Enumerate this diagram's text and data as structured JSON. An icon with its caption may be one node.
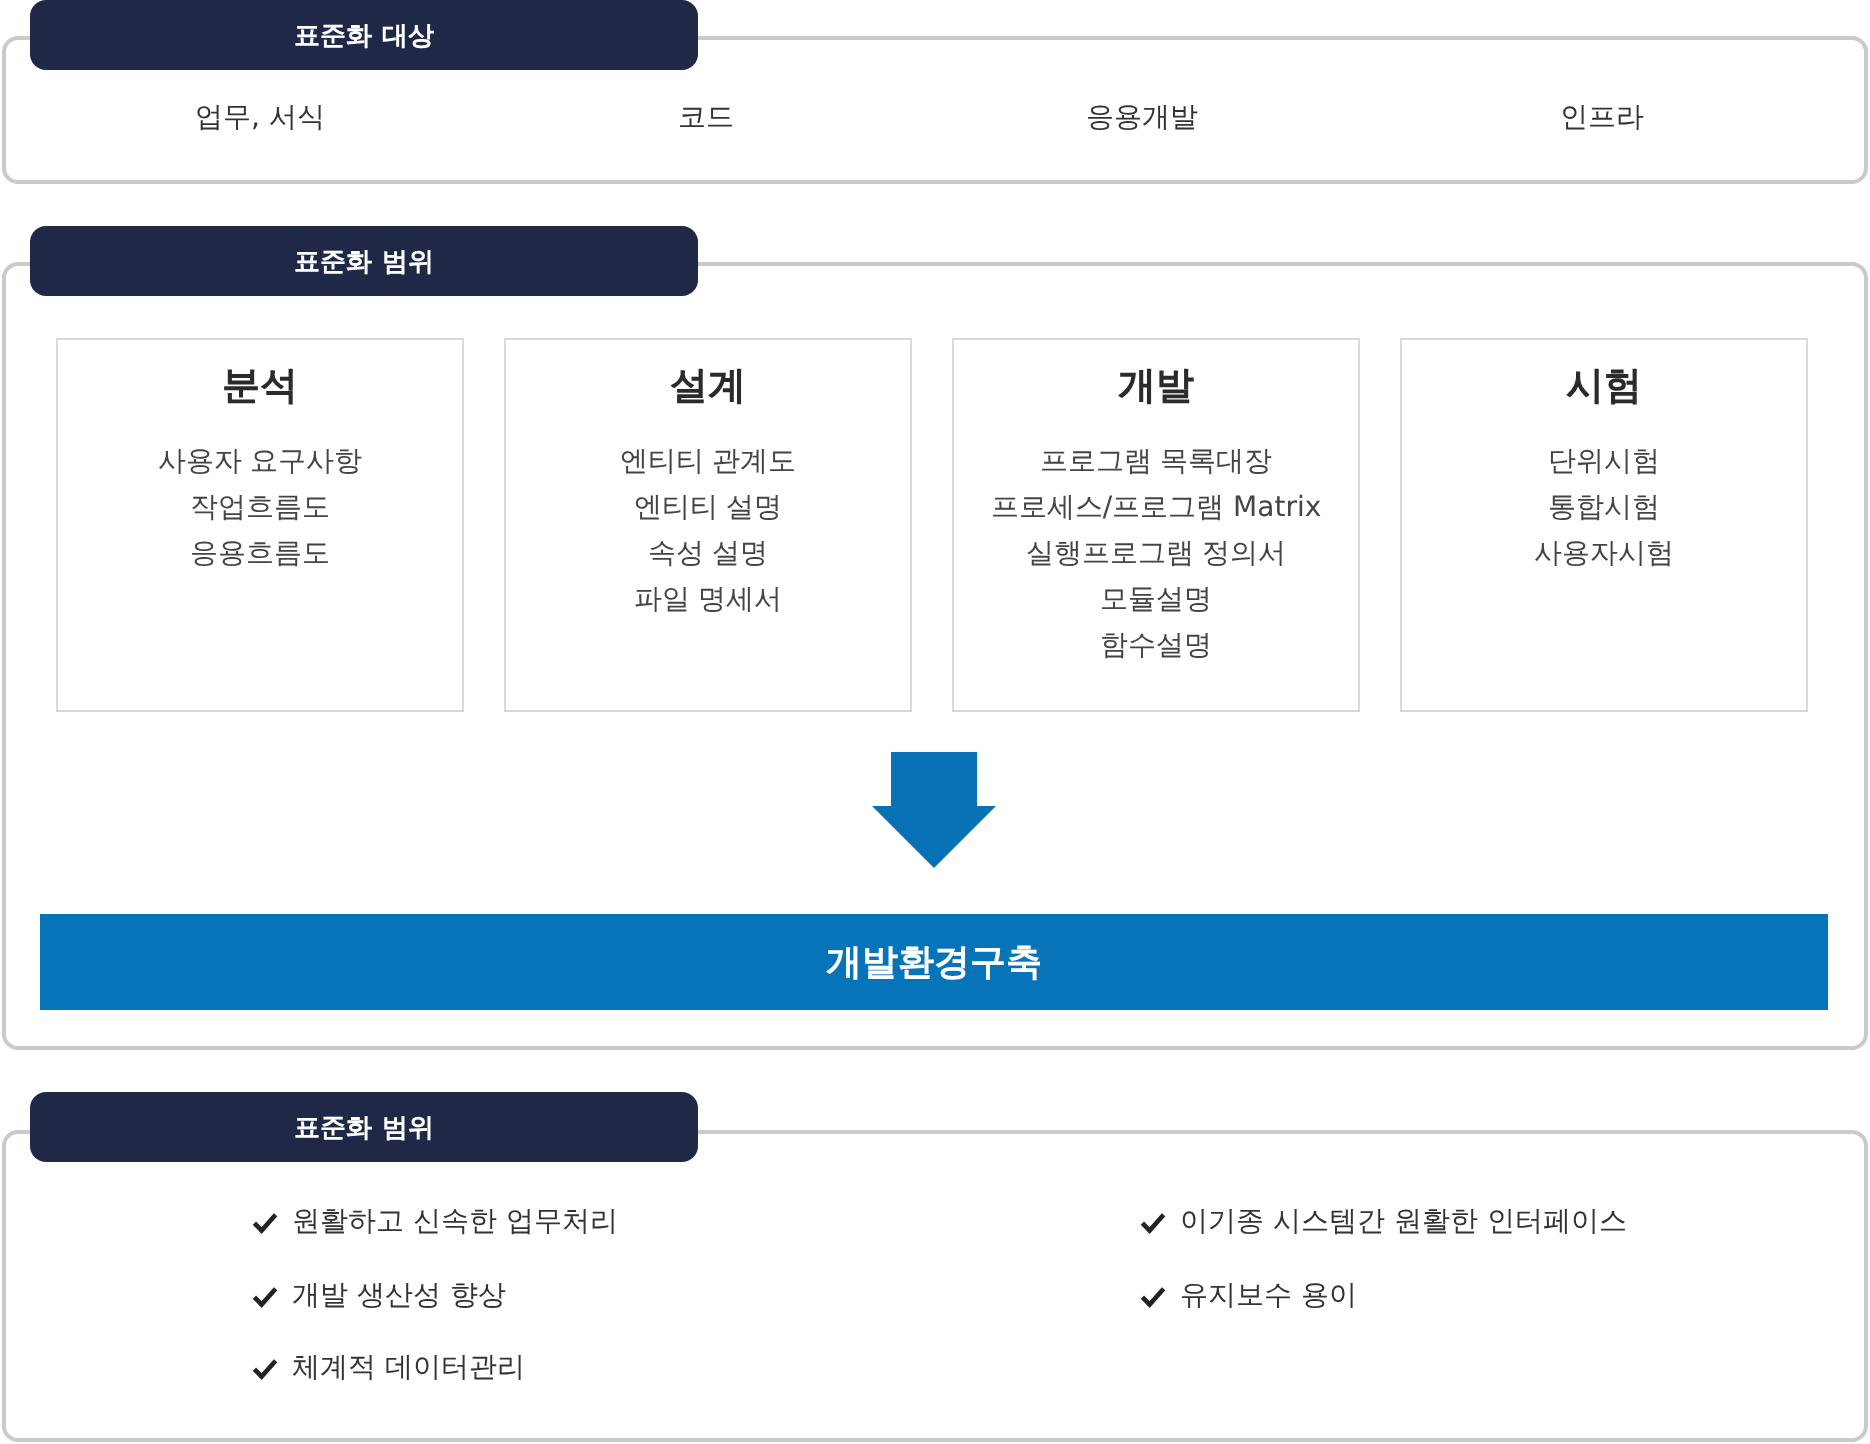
{
  "diagram": {
    "nodes": [
      {
        "text": [
          "표준화 대상",
          "업무, 서식",
          "코드",
          "응용개발",
          "인프라"
        ]
      },
      {
        "text": [
          "표준화 범위"
        ]
      },
      {
        "text": [
          "분석",
          "사용자 요구사항",
          "작업흐름도",
          "응용흐름도"
        ],
        "in": 1
      },
      {
        "text": [
          "설계",
          "엔티티 관계도",
          "엔티티 설명",
          "속성 설명",
          "파일 명세서"
        ],
        "in": 1
      },
      {
        "text": [
          "개발",
          "프로그램 목록대장",
          "프로세스/프로그램 Matrix",
          "실행프로그램 정의서",
          "모듈설명",
          "함수설명"
        ],
        "in": 1
      },
      {
        "text": [
          "시험",
          "단위시험",
          "통합시험",
          "사용자시험"
        ],
        "in": 1
      },
      {
        "text": [
          "개발환경구축"
        ],
        "in": 1
      },
      {
        "text": [
          "표준화 범위",
          "원활하고 신속한 업무처리",
          "개발 생산성 향상",
          "체계적 데이터관리",
          "이기종 시스템간 원활한 인터페이스",
          "유지보수 용이"
        ]
      }
    ],
    "edges": [
      {
        "from": null,
        "to": 6,
        "arrow": "to"
      }
    ]
  }
}
